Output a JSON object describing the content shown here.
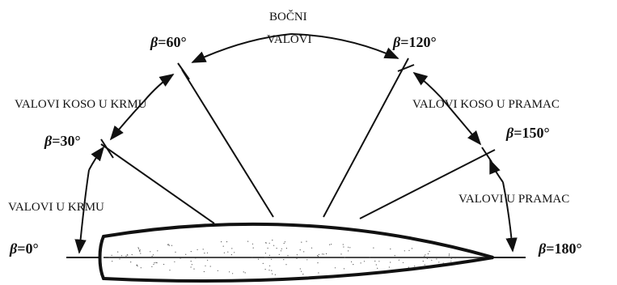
{
  "labels": {
    "beam_seas": [
      "BOČNI",
      "VALOVI"
    ],
    "quartering_stern": "VALOVI  KOSO U KRMU",
    "quartering_bow": "VALOVI  KOSO U PRAMAC",
    "following_seas": "VALOVI  U  KRMU",
    "head_seas": "VALOVI  U  PRAMAC"
  },
  "angles": {
    "symbol": "β",
    "b0": "=0°",
    "b30": "=30°",
    "b60": "=60°",
    "b120": "=120°",
    "b150": "=150°",
    "b180": "=180°"
  },
  "colors": {
    "ink": "#111111",
    "hull_fill": "#ffffff",
    "speckle": "#555555"
  }
}
